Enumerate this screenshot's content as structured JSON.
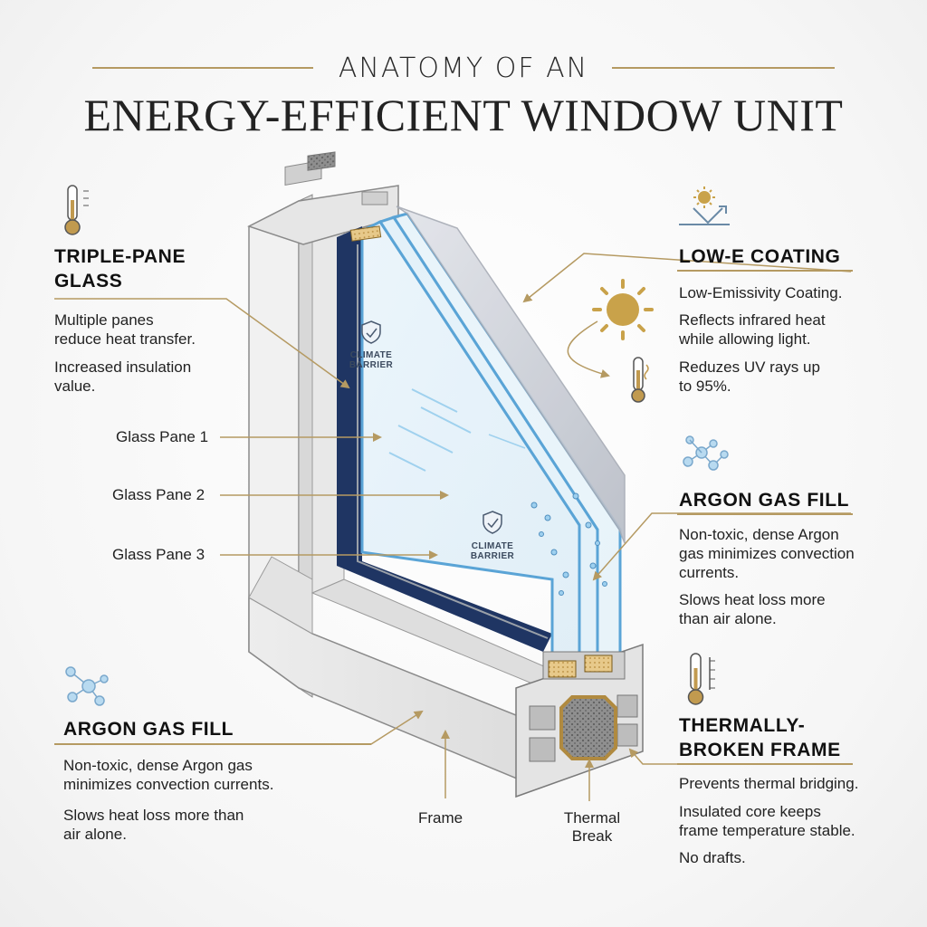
{
  "header": {
    "supertitle": "ANATOMY OF AN",
    "title": "ENERGY-EFFICIENT WINDOW UNIT"
  },
  "callouts": {
    "triple_pane": {
      "icon": "thermometer-icon",
      "title_line1": "TRIPLE-PANE",
      "title_line2": "GLASS",
      "desc1_line1": "Multiple panes",
      "desc1_line2": "reduce heat transfer.",
      "desc2_line1": "Increased insulation",
      "desc2_line2": "value."
    },
    "low_e": {
      "icon": "sun-reflect-icon",
      "title": "LOW-E COATING",
      "desc1": "Low-Emissivity Coating.",
      "desc2_line1": "Reflects infrared heat",
      "desc2_line2": "while allowing light.",
      "desc3_line1": "Reduzes UV rays up",
      "desc3_line2": "to 95%."
    },
    "argon_right": {
      "icon": "molecule-icon",
      "title": "ARGON GAS FILL",
      "desc1_line1": "Non-toxic, dense Argon",
      "desc1_line2": "gas minimizes convection",
      "desc1_line3": "currents.",
      "desc2_line1": "Slows heat loss more",
      "desc2_line2": "than air alone."
    },
    "argon_left": {
      "icon": "molecule-icon",
      "title": "ARGON GAS FILL",
      "desc1_line1": "Non-toxic, dense Argon gas",
      "desc1_line2": "minimizes convection currents.",
      "desc2_line1": "Slows heat loss more than",
      "desc2_line2": "air alone."
    },
    "thermal_frame": {
      "icon": "thermometer-scale-icon",
      "title_line1": "THERMALLY-",
      "title_line2": "BROKEN FRAME",
      "desc1": "Prevents thermal bridging.",
      "desc2_line1": "Insulated core keeps",
      "desc2_line2": "frame temperature stable.",
      "desc3": "No drafts."
    }
  },
  "labels": {
    "pane1": "Glass Pane 1",
    "pane2": "Glass Pane 2",
    "pane3": "Glass Pane 3",
    "frame": "Frame",
    "thermal_line1": "Thermal",
    "thermal_line2": "Break"
  },
  "badges": {
    "line1": "CLIMATE",
    "line2": "BARRIER"
  },
  "colors": {
    "accent_gold": "#b59a62",
    "spacer_blue": "#1f3563",
    "glass_edge": "#5aa4d6",
    "frame_gray": "#e6e6e6"
  }
}
